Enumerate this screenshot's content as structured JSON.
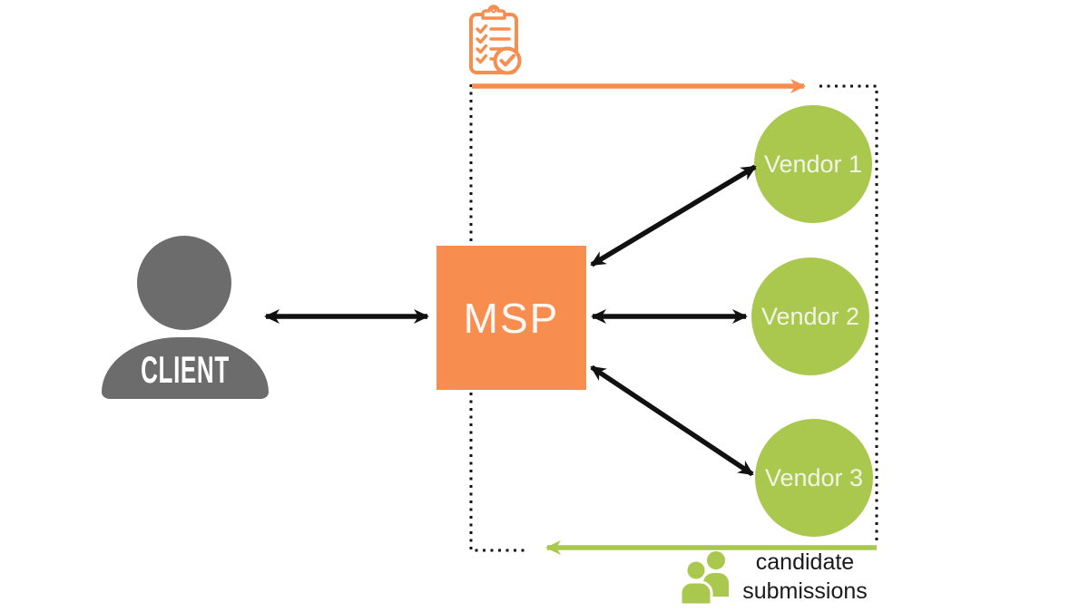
{
  "title": "MSP vendor workflow diagram",
  "colors": {
    "orange": "#F78E4F",
    "green": "#A9C84D",
    "gray": "#6C6C6C",
    "arrow-black": "#111111",
    "label-light": "#F2F5E6",
    "text-black": "#1A1A1A"
  },
  "client": {
    "label": "CLIENT"
  },
  "msp": {
    "label": "MSP"
  },
  "vendors": [
    {
      "label": "Vendor 1"
    },
    {
      "label": "Vendor 2"
    },
    {
      "label": "Vendor 3"
    }
  ],
  "flows": {
    "top_icon": "checklist-clipboard-icon",
    "bottom_icon": "candidates-people-icon",
    "bottom_label_line1": "candidate",
    "bottom_label_line2": "submissions"
  }
}
